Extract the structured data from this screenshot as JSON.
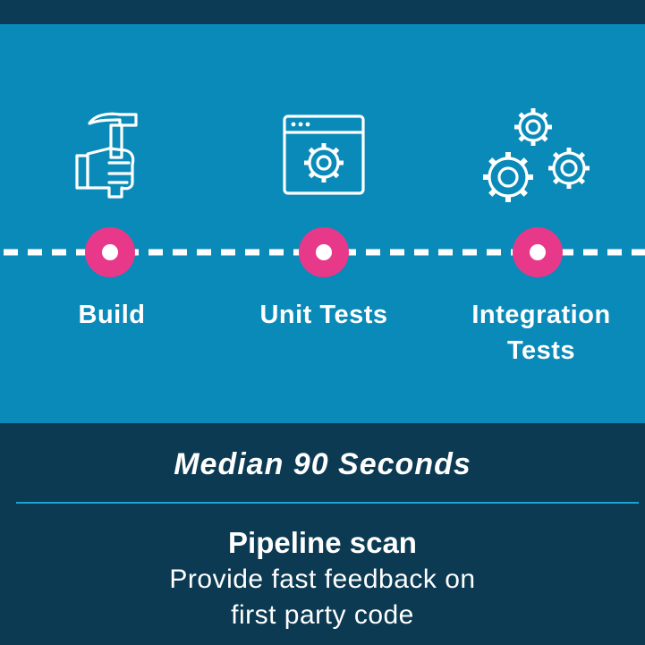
{
  "stages": [
    {
      "label": "Build",
      "icon": "hammer-hand-icon"
    },
    {
      "label": "Unit Tests",
      "icon": "browser-gear-icon"
    },
    {
      "label": "Integration Tests",
      "icon": "multiple-gears-icon"
    }
  ],
  "stage_label_lines": {
    "integration_line1": "Integration",
    "integration_line2": "Tests"
  },
  "summary": {
    "median": "Median 90 Seconds",
    "title": "Pipeline scan",
    "description_line1": "Provide fast feedback on",
    "description_line2": "first party code"
  },
  "colors": {
    "panel": "#0a8ab8",
    "dark": "#0b3a52",
    "node": "#e8388a",
    "accent_line": "#1aa3d6"
  }
}
